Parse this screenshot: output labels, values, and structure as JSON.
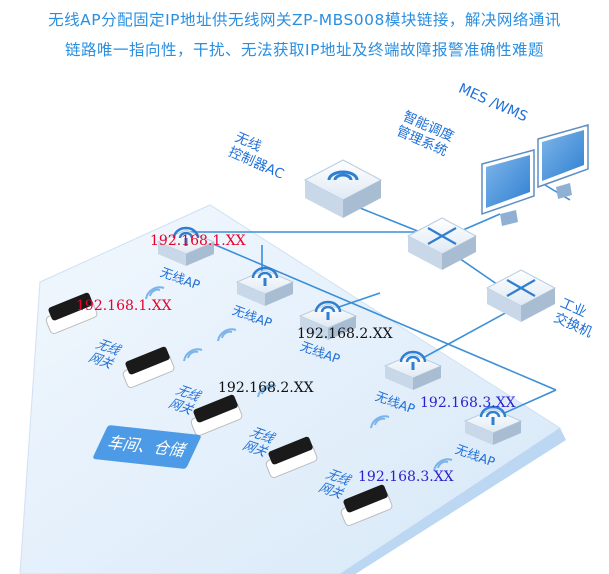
{
  "header": {
    "line1": "无线AP分配固定IP地址供无线网关ZP-MBS008模块链接，解决网络通讯",
    "line2": "链路唯一指向性，干扰、无法获取IP地址及终端故障报警准确性难题"
  },
  "labels": {
    "ac": "无线\n控制器AC",
    "scheduling": "智能调度\n管理系统",
    "mes": "MES /WMS",
    "switch": "工业\n交换机",
    "area": "车间、仓储"
  },
  "ap_label": "无线AP",
  "gateway_label": "无线\n网关",
  "ips": [
    {
      "text": "192.168.1.XX",
      "color": "#e8002b"
    },
    {
      "text": "192.168.1.XX",
      "color": "#e8002b"
    },
    {
      "text": "192.168.2.XX",
      "color": "#111111"
    },
    {
      "text": "192.168.2.XX",
      "color": "#111111"
    },
    {
      "text": "192.168.3.XX",
      "color": "#2b1fd0"
    },
    {
      "text": "192.168.3.XX",
      "color": "#2b1fd0"
    }
  ],
  "colors": {
    "title": "#2a8fe0",
    "line": "#3b8fd9",
    "floor": "#e6f1fb"
  }
}
